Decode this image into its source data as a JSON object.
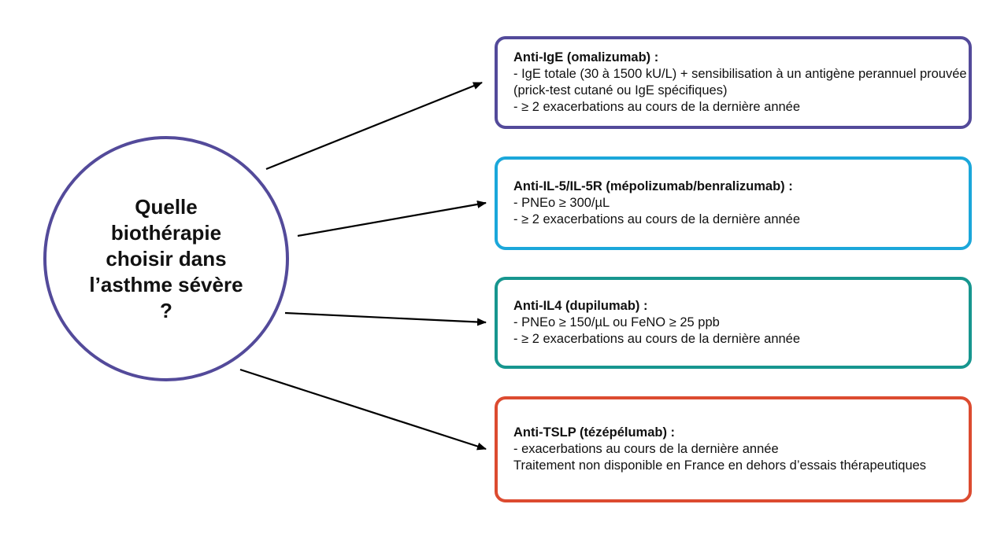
{
  "question": "Quelle biothérapie choisir dans l’asthme sévère ?",
  "colors": {
    "circle": "#534a9a",
    "arrow": "#000000"
  },
  "options": [
    {
      "title": "Anti-IgE (omalizumab) :",
      "lines": [
        "- IgE totale (30 à 1500 kU/L) + sensibilisation à un antigène perannuel prouvée (prick-test cutané ou IgE spécifiques)",
        "- ≥ 2 exacerbations au cours de la dernière année"
      ],
      "color": "#534a9a"
    },
    {
      "title": "Anti-IL-5/IL-5R (mépolizumab/benralizumab) :",
      "lines": [
        "- PNEo ≥ 300/µL",
        "- ≥ 2 exacerbations au cours de la dernière année"
      ],
      "color": "#1ba7da"
    },
    {
      "title": "Anti-IL4 (dupilumab) :",
      "lines": [
        "- PNEo ≥ 150/µL ou FeNO ≥ 25 ppb",
        "- ≥ 2 exacerbations au cours de la dernière année"
      ],
      "color": "#17968f"
    },
    {
      "title": "Anti-TSLP (tézépélumab) :",
      "lines": [
        "- exacerbations au cours de la dernière année",
        "Traitement non disponible en France en dehors d’essais thérapeutiques"
      ],
      "color": "#dc4b30"
    }
  ]
}
